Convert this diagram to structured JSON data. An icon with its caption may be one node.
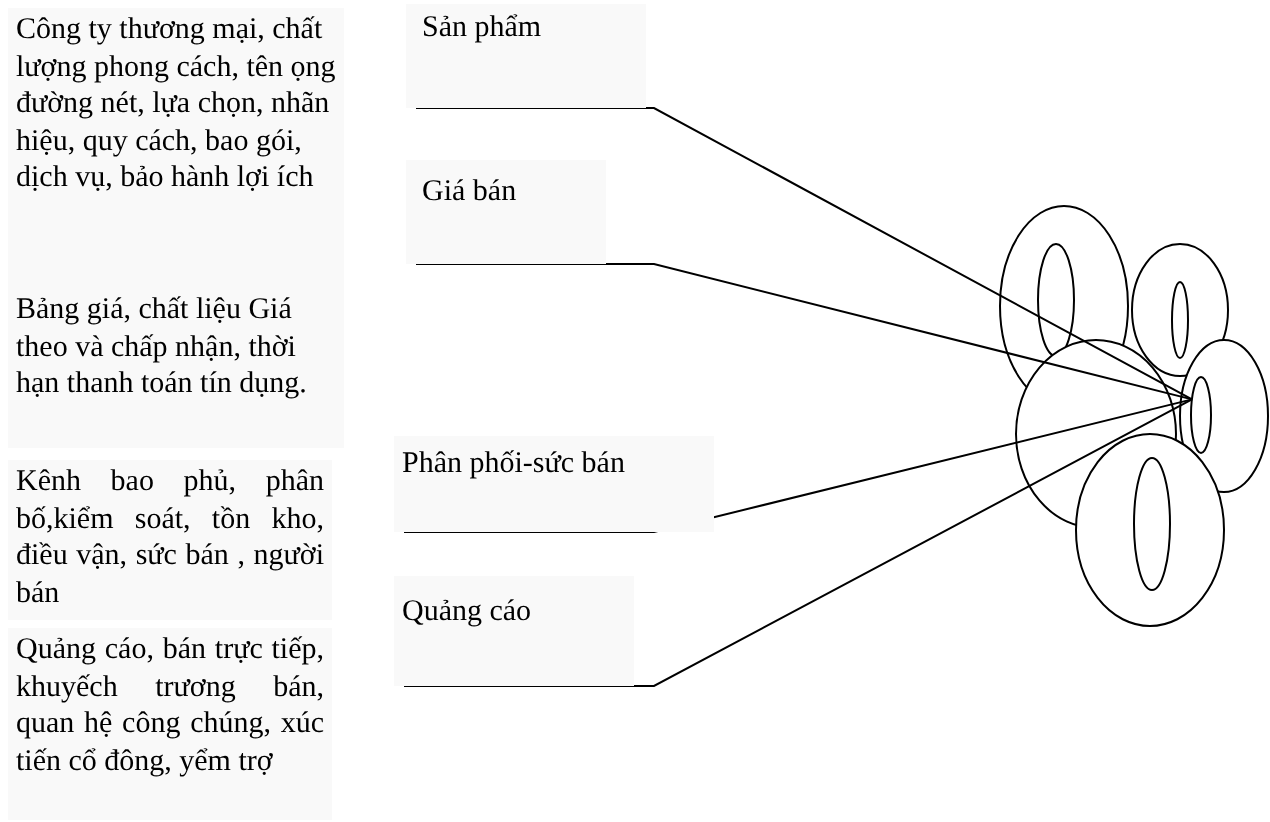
{
  "diagram": {
    "nodes": [
      {
        "text": [
          "Sản phẩm"
        ]
      },
      {
        "text": [
          "Giá bán"
        ]
      },
      {
        "text": [
          "Phân phối-sức bán"
        ]
      },
      {
        "text": [
          "Quảng cáo"
        ]
      },
      {
        "text": [],
        "shape": "circle"
      }
    ],
    "edges": [
      {
        "from": 0,
        "to": 4,
        "arrow": "none"
      },
      {
        "from": 1,
        "to": 4,
        "arrow": "none"
      },
      {
        "from": 2,
        "to": 4,
        "arrow": "none"
      },
      {
        "from": 3,
        "to": 4,
        "arrow": "none"
      }
    ],
    "labels": [
      "Công ty thương mại, chất lượng phong cách, tên ọng đường nét, lựa chọn, nhãn hiệu, quy cách, bao gói, dịch vụ, bảo hành lợi ích",
      "Bảng giá, chất liệu Giá theo và chấp nhận, thời hạn thanh toán tín dụng.",
      "Kênh bao phủ, phân bố,kiểm soát, tồn kho, điều vận, sức bán , người bán",
      "Quảng cáo, bán trực tiếp, khuyếch trương bán, quan hệ công chúng, xúc tiến cổ đông, yểm trợ"
    ]
  }
}
